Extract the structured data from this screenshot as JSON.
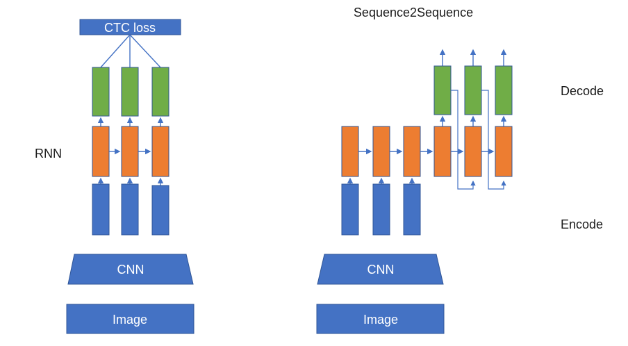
{
  "colors": {
    "blue": "#4472c4",
    "blue_border": "#2f5597",
    "orange": "#ed7d31",
    "green": "#70ad47",
    "arrow": "#4472c4",
    "text_dark": "#1a1a1a",
    "text_light": "#ffffff"
  },
  "left": {
    "ctc_label": "CTC loss",
    "rnn_label": "RNN",
    "cnn_label": "CNN",
    "image_label": "Image"
  },
  "right": {
    "title": "Sequence2Sequence",
    "decode_label": "Decode",
    "encode_label": "Encode",
    "cnn_label": "CNN",
    "image_label": "Image"
  }
}
